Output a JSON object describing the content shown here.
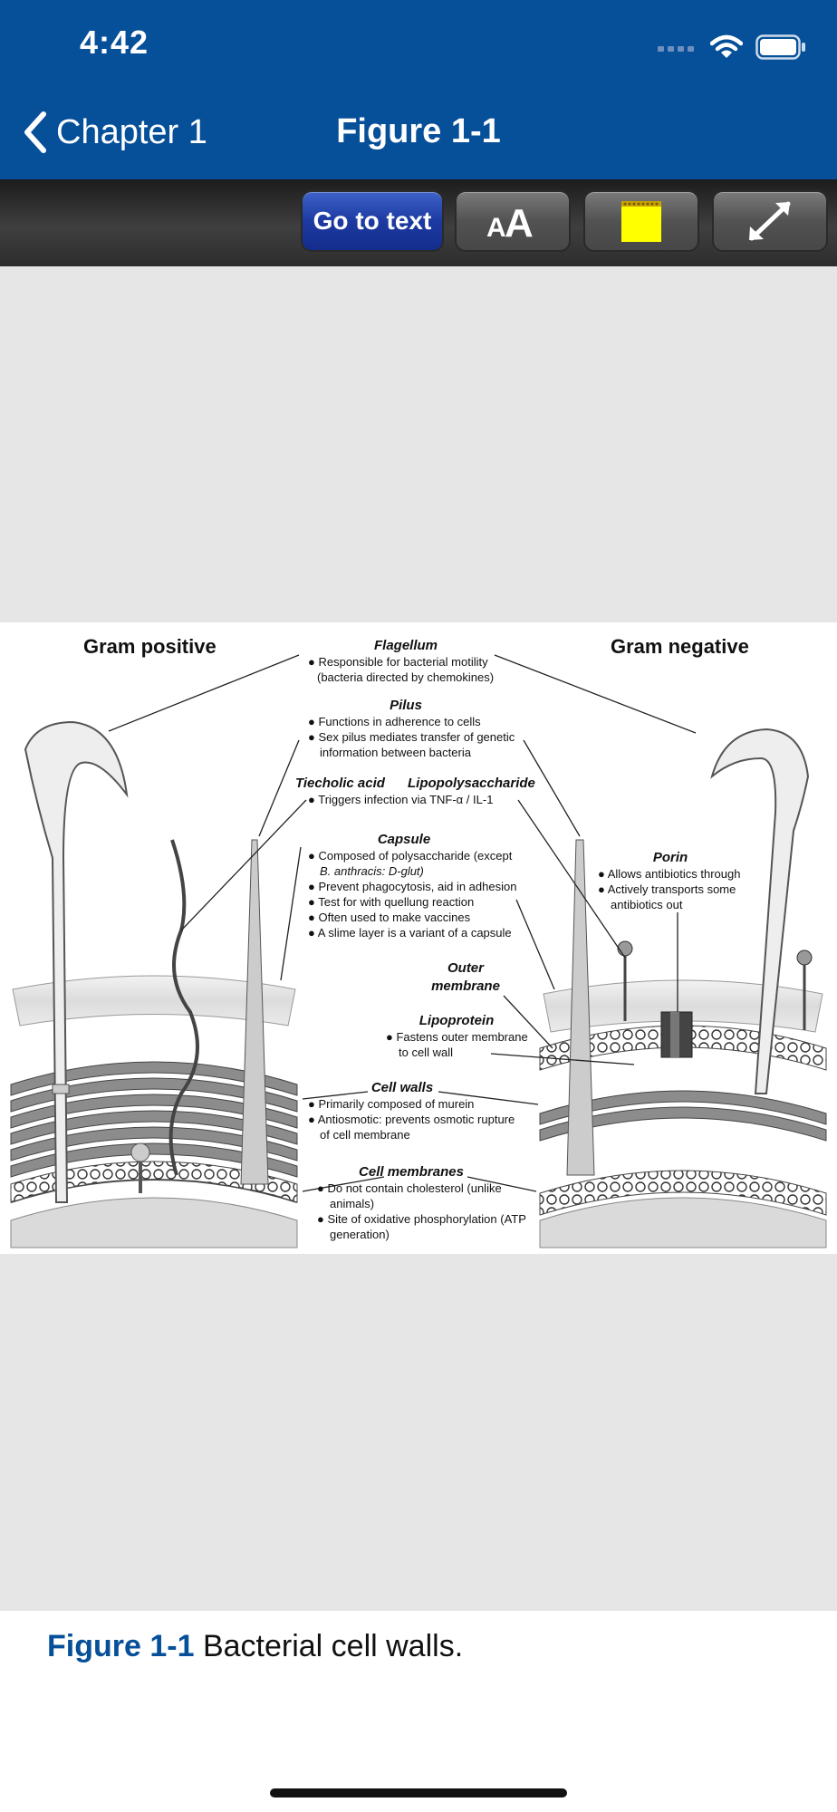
{
  "status": {
    "time": "4:42"
  },
  "nav": {
    "back_label": "Chapter 1",
    "title": "Figure 1-1"
  },
  "toolbar": {
    "go_to_text": "Go to text",
    "font_size_label": "AA",
    "note_color": "#ffff00",
    "brand_color": "#064f99"
  },
  "figure": {
    "left_heading": "Gram positive",
    "right_heading": "Gram negative",
    "flagellum": {
      "title": "Flagellum",
      "items": [
        "Responsible for bacterial motility",
        "(bacteria directed by chemokines)"
      ]
    },
    "pilus": {
      "title": "Pilus",
      "items": [
        "Functions in adherence to cells",
        "Sex pilus mediates transfer of genetic",
        "information between bacteria"
      ]
    },
    "tiecholic": {
      "title": "Tiecholic acid",
      "items": [
        "Triggers infection via TNF-α / IL-1"
      ]
    },
    "lps": {
      "title": "Lipopolysaccharide"
    },
    "capsule": {
      "title": "Capsule",
      "items": [
        "Composed of polysaccharide (except",
        "B. anthracis: D-glut)",
        "Prevent phagocytosis, aid in adhesion",
        "Test for with quellung reaction",
        "Often used to make vaccines",
        "A slime layer is a variant of a capsule"
      ]
    },
    "porin": {
      "title": "Porin",
      "items": [
        "Allows antibiotics through",
        "Actively transports some",
        "antibiotics out"
      ]
    },
    "outer_membrane": {
      "line1": "Outer",
      "line2": "membrane"
    },
    "lipoprotein": {
      "title": "Lipoprotein",
      "items": [
        "Fastens outer membrane",
        "to cell wall"
      ]
    },
    "cell_walls": {
      "title": "Cell walls",
      "items": [
        "Primarily composed of murein",
        "Antiosmotic: prevents osmotic rupture",
        "of cell membrane"
      ]
    },
    "cell_membranes": {
      "title": "Cell membranes",
      "items": [
        "Do not contain cholesterol (unlike",
        "animals)",
        "Site of oxidative phosphorylation (ATP",
        "generation)"
      ]
    }
  },
  "caption": {
    "figure_label": "Figure 1-1",
    "text": "Bacterial cell walls."
  }
}
